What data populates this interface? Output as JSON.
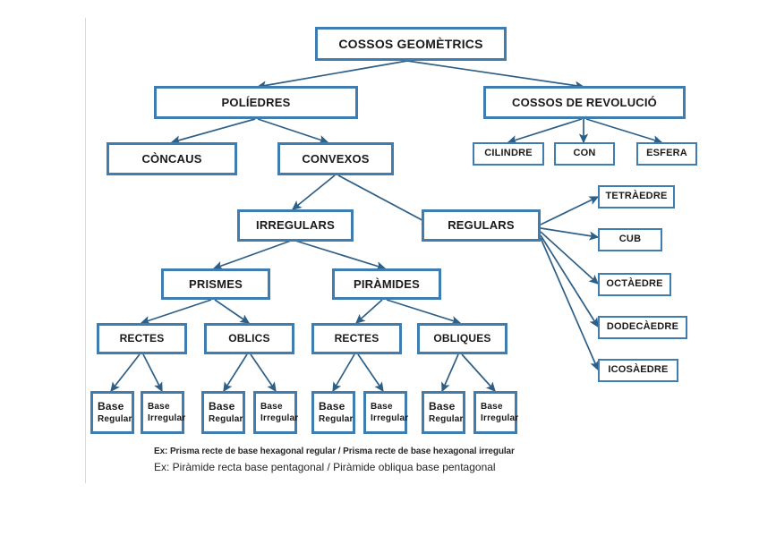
{
  "diagram": {
    "title": "COSSOS GEOMÈTRICS",
    "language": "ca",
    "accent_color": "#3f7cb0",
    "arrow_color": "#2e5f87",
    "text_color": "#1a1a1a",
    "background_color": "#ffffff",
    "rule_color": "#d9d9d9"
  },
  "nodes": {
    "root": "COSSOS GEOMÈTRICS",
    "polyhedra": "POLÍEDRES",
    "revolution": "COSSOS DE REVOLUCIÓ",
    "concave": "CÒNCAUS",
    "convex": "CONVEXOS",
    "cylinder": "CILINDRE",
    "cone": "CON",
    "sphere": "ESFERA",
    "irregular": "IRREGULARS",
    "regular": "REGULARS",
    "tetrahedron": "TETRÀEDRE",
    "cube": "CUB",
    "octahedron": "OCTÀEDRE",
    "dodecahedron": "DODECÀEDRE",
    "icosahedron": "ICOSÀEDRE",
    "prisms": "PRISMES",
    "pyramids": "PIRÀMIDES",
    "prisms_right": "RECTES",
    "prisms_oblique": "OBLICS",
    "pyramids_right": "RECTES",
    "pyramids_oblique": "OBLIQUES"
  },
  "leaves": [
    {
      "line1": "Base",
      "line2": "Regular"
    },
    {
      "line1": "Base",
      "line2": "Irregular"
    },
    {
      "line1": "Base",
      "line2": "Regular"
    },
    {
      "line1": "Base",
      "line2": "Irregular"
    },
    {
      "line1": "Base",
      "line2": "Regular"
    },
    {
      "line1": "Base",
      "line2": "Irregular"
    },
    {
      "line1": "Base",
      "line2": "Regular"
    },
    {
      "line1": "Base",
      "line2": "Irregular"
    }
  ],
  "captions": {
    "line1": "Ex: Prisma recte de base hexagonal regular / Prisma recte de base hexagonal irregular",
    "line2": "Ex: Piràmide recta base pentagonal / Piràmide obliqua base pentagonal"
  }
}
